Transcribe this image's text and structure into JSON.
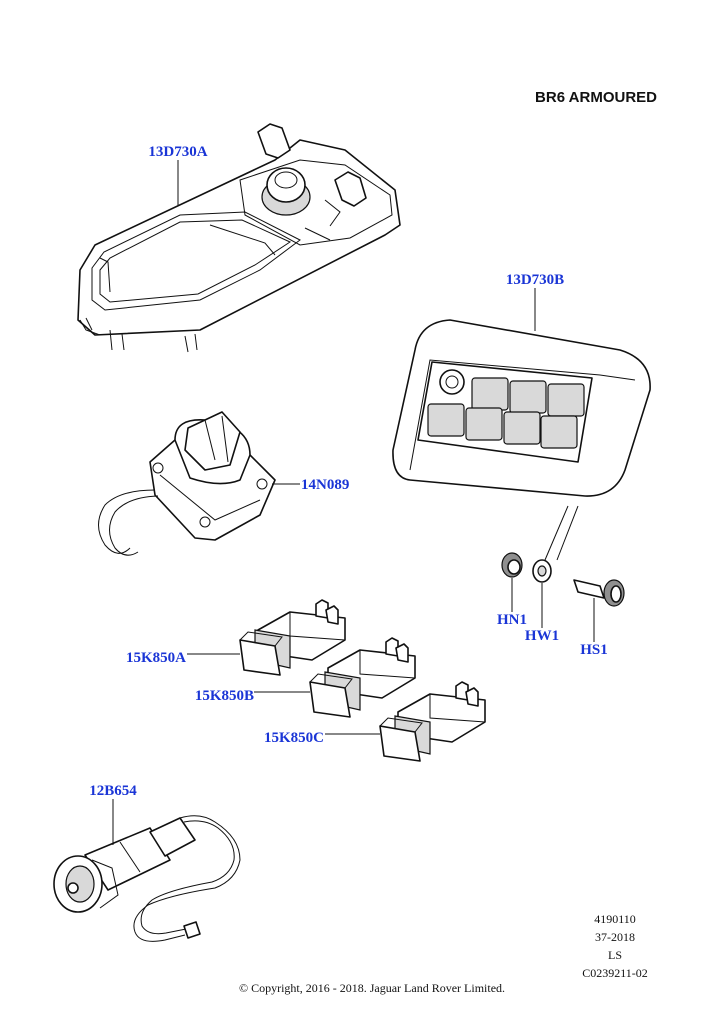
{
  "title": "BR6 ARMOURED",
  "callouts": {
    "console": "13D730A",
    "switch_panel": "13D730B",
    "selector": "14N089",
    "nut": "HN1",
    "washer": "HW1",
    "screw": "HS1",
    "switch_a": "15K850A",
    "switch_b": "15K850B",
    "switch_c": "15K850C",
    "socket": "12B654"
  },
  "meta": {
    "line1": "4190110",
    "line2": "37-2018",
    "line3": "LS",
    "line4": "C0239211-02"
  },
  "copyright": "© Copyright, 2016 - 2018. Jaguar Land Rover Limited."
}
